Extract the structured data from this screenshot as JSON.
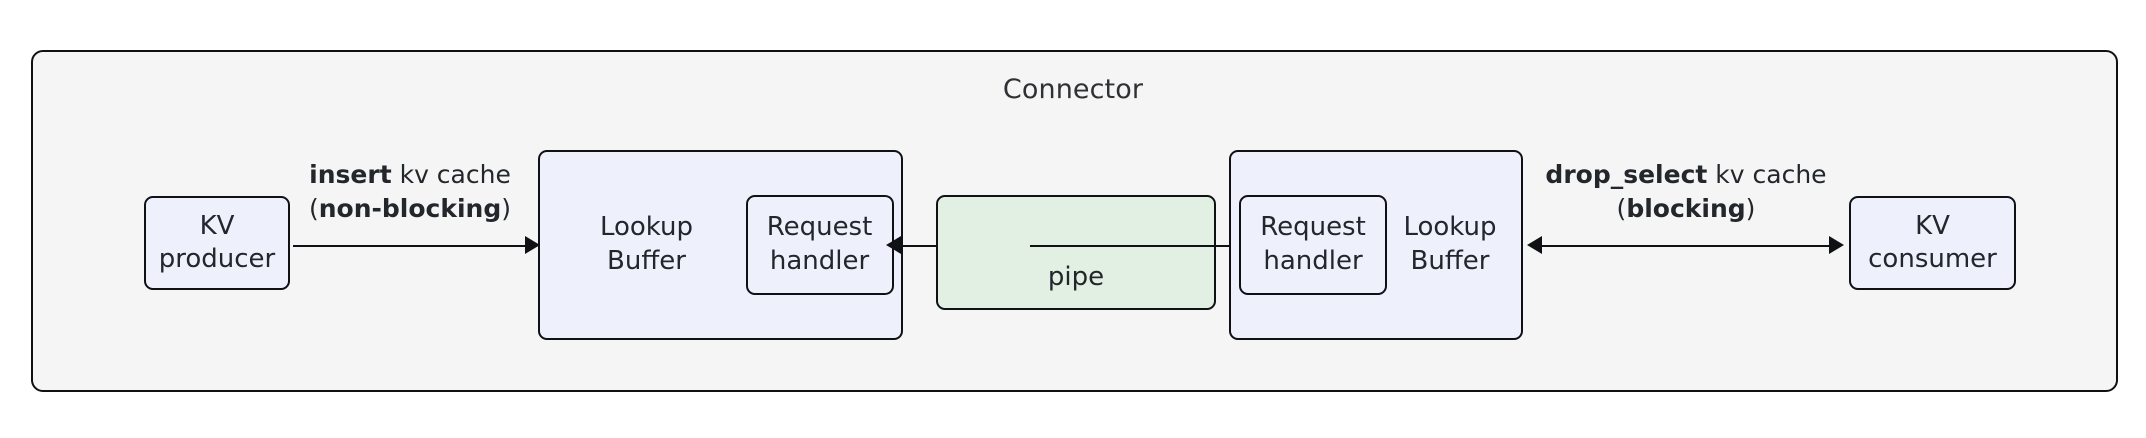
{
  "diagram": {
    "type": "flow-diagram",
    "container": {
      "name": "connector",
      "title": "Connector",
      "fill": "#f5f5f5",
      "stroke": "#0f1115"
    },
    "colors": {
      "box_blue_fill": "#eef1fc",
      "box_green_fill": "#e2f0e4",
      "container_fill": "#f5f5f5",
      "stroke": "#0f1115",
      "text": "#23262b"
    },
    "nodes": {
      "kv_producer": {
        "line1": "KV",
        "line2": "producer",
        "fill": "#eef1fc"
      },
      "kv_consumer": {
        "line1": "KV",
        "line2": "consumer",
        "fill": "#eef1fc"
      },
      "lookup_buffer_left": {
        "line1": "Lookup",
        "line2": "Buffer",
        "fill": "#eef1fc"
      },
      "lookup_buffer_right": {
        "line1": "Lookup",
        "line2": "Buffer",
        "fill": "#eef1fc"
      },
      "request_handler_left": {
        "line1": "Request",
        "line2": "handler",
        "fill": "#eef1fc"
      },
      "request_handler_right": {
        "line1": "Request",
        "line2": "handler",
        "fill": "#eef1fc"
      },
      "pipe": {
        "label": "pipe",
        "fill": "#e2f0e4"
      }
    },
    "edges": {
      "insert": {
        "op": "insert",
        "line1_rest": " kv cache",
        "paren_open": "(",
        "mode": "non-blocking",
        "paren_close": ")",
        "direction": "right",
        "from": "kv-producer",
        "to": "lookup-buffer-left"
      },
      "drop_select": {
        "op": "drop_select",
        "line1_rest": " kv cache",
        "paren_open": "(",
        "mode": "blocking",
        "paren_close": ")",
        "direction": "bidirectional",
        "from": "lookup-buffer-right",
        "to": "kv-consumer"
      },
      "pipe_to_left": {
        "direction": "left",
        "from": "pipe",
        "to": "lookup-buffer-left"
      },
      "pipe_to_right": {
        "direction": "right",
        "from": "pipe",
        "to": "request-handler-right"
      }
    }
  }
}
